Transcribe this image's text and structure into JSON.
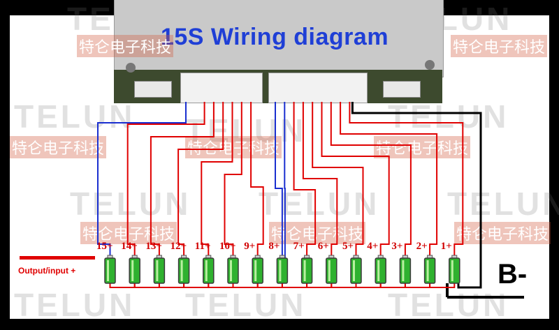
{
  "diagram": {
    "title": "15S Wiring diagram",
    "output_label": "Output/input +",
    "b_minus_label": "B-",
    "cell_labels": [
      "15+",
      "14+",
      "13+",
      "12+",
      "11+",
      "10+",
      "9+",
      "8+",
      "7+",
      "6+",
      "5+",
      "4+",
      "3+",
      "2+",
      "1+"
    ],
    "watermark_text": "TELUN",
    "watermark_cn": "特仑电子科技",
    "colors": {
      "title": "#1f3fd6",
      "wire_red": "#e00000",
      "wire_blue": "#1a2fd0",
      "wire_black": "#000000",
      "label_red": "#d10000",
      "battery_green": "#2fb12f"
    }
  }
}
